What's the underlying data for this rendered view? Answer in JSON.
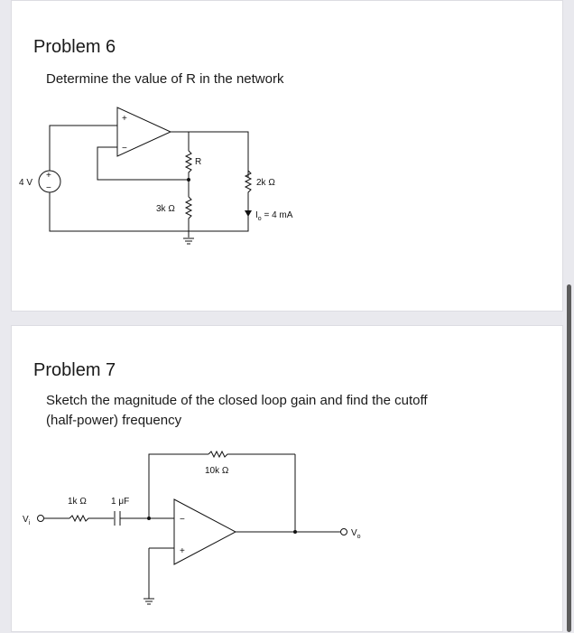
{
  "problem6": {
    "title": "Problem 6",
    "text": "Determine the value of R in the network",
    "labels": {
      "source": "4 V",
      "r_top": "R",
      "r_bottom": "3k Ω",
      "r_right": "2k Ω",
      "current": "I",
      "current_sub": "o",
      "current_value": " = 4 mA",
      "plus": "+",
      "minus": "−",
      "src_plus": "+",
      "src_minus": "−"
    }
  },
  "problem7": {
    "title": "Problem 7",
    "text_line1": "Sketch the magnitude of the closed loop gain and find the cutoff",
    "text_line2": "(half-power) frequency",
    "labels": {
      "feedback": "10k Ω",
      "r_in": "1k Ω",
      "cap": "1 μF",
      "vin": "V",
      "vin_sub": "i",
      "vout": "V",
      "vout_sub": "o",
      "minus": "−",
      "plus": "+"
    }
  }
}
